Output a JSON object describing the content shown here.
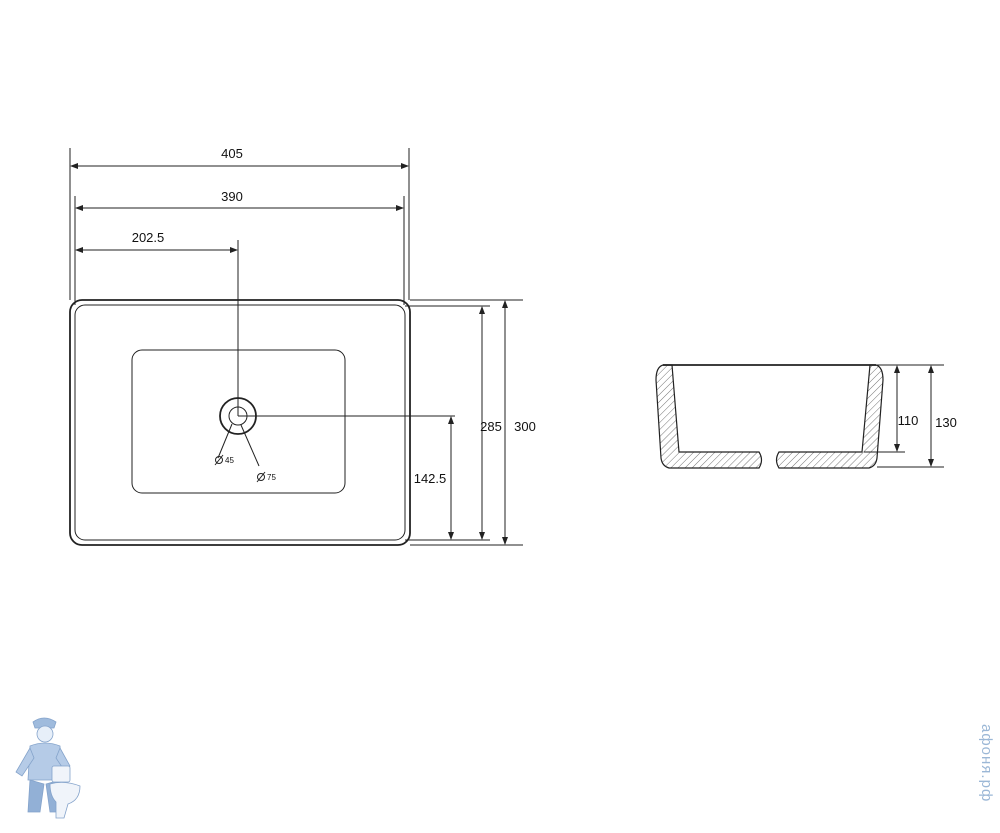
{
  "top_view": {
    "width_outer": "405",
    "width_inner": "390",
    "drain_offset_x": "202.5",
    "depth_inner": "285",
    "depth_outer": "300",
    "drain_offset_y": "142.5",
    "drain_small_label": "45",
    "drain_large_label": "75"
  },
  "side_view": {
    "inner_height": "110",
    "outer_height": "130"
  },
  "watermark": {
    "text": "афоня.рф",
    "logo": "plumber-mascot-icon"
  },
  "colors": {
    "line": "#222222",
    "watermark": "#9bb7d6"
  }
}
